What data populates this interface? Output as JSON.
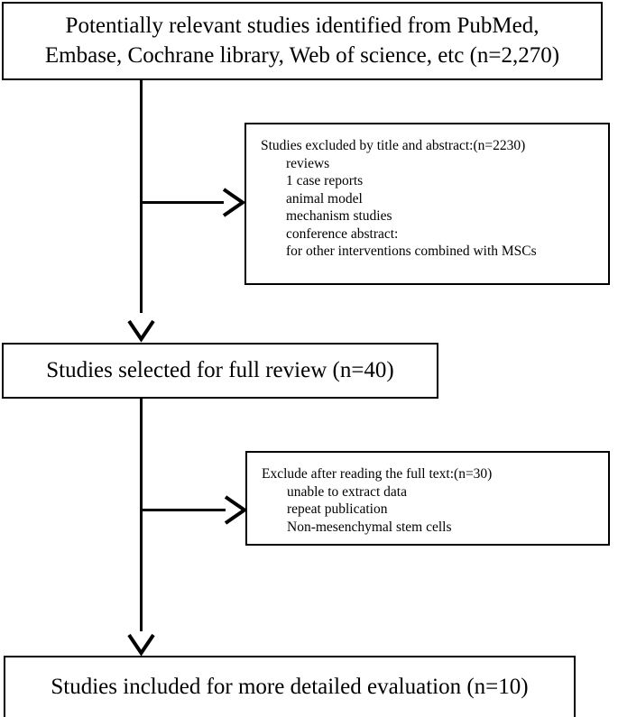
{
  "diagram": {
    "title": "Study selection flow diagram",
    "type": "prisma-flowchart",
    "stroke_color": "#000000",
    "background_color": "#ffffff"
  },
  "nodes": {
    "identified": {
      "name": "identification-box",
      "line1": "Potentially relevant studies identified from PubMed,",
      "line2": "Embase, Cochrane library, Web of science, etc (n=2,270)",
      "count": "n=2,270"
    },
    "excluded_screening": {
      "name": "excluded-by-title-abstract-box",
      "heading": "Studies excluded by title and abstract:(n=2230)",
      "count": "n=2230",
      "reasons": [
        "reviews",
        "1 case reports",
        "animal model",
        "mechanism studies",
        "conference abstract:",
        "for other interventions combined with MSCs"
      ]
    },
    "full_review": {
      "name": "full-review-box",
      "text": "Studies selected for full review (n=40)",
      "count": "n=40"
    },
    "excluded_fulltext": {
      "name": "excluded-after-full-text-box",
      "heading": "Exclude after reading the full text:(n=30)",
      "count": "n=30",
      "reasons": [
        "unable to extract data",
        "repeat publication",
        "Non-mesenchymal stem cells"
      ]
    },
    "included": {
      "name": "included-box",
      "text": "Studies included for more detailed evaluation (n=10)",
      "count": "n=10"
    }
  },
  "connectors": [
    {
      "name": "identified-to-full-review",
      "kind": "arrow-down"
    },
    {
      "name": "branch-to-excluded-screening",
      "kind": "arrow-right"
    },
    {
      "name": "full-review-to-included",
      "kind": "arrow-down"
    },
    {
      "name": "branch-to-excluded-fulltext",
      "kind": "arrow-right"
    }
  ]
}
